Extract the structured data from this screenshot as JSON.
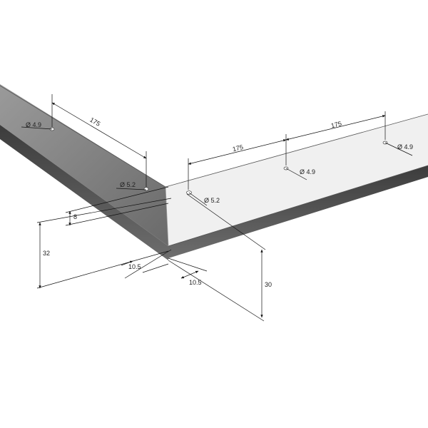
{
  "diagram": {
    "colors": {
      "background": "#ffffff",
      "panel_top": "#ffffff",
      "panel_side_dark": "#4a4a4a",
      "panel_side_mid": "#8c8c8c",
      "panel_face_light": "#e4e4e4",
      "line": "#111111"
    },
    "labels": {
      "hole_left": "Ø 4.9",
      "hole_corner_left": "Ø 5.2",
      "hole_corner_right": "Ø 5.2",
      "hole_mid": "Ø 4.9",
      "hole_right": "Ø 4.9",
      "spacing_left": "175",
      "spacing_right_1": "175",
      "spacing_right_2": "175",
      "height_total": "32",
      "height_offset": "8",
      "width_left": "10.5",
      "width_right": "10.5",
      "height_right": "30"
    }
  }
}
